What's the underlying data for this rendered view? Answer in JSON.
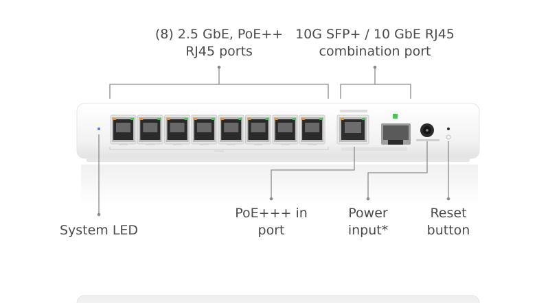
{
  "callouts": {
    "rj45_ports": {
      "line1": "(8) 2.5 GbE, PoE++",
      "line2": "RJ45 ports"
    },
    "combo_port": {
      "line1": "10G SFP+ / 10 GbE RJ45",
      "line2": "combination port"
    },
    "system_led": {
      "line1": "System LED"
    },
    "poe_in": {
      "line1": "PoE+++ in",
      "line2": "port"
    },
    "power_input": {
      "line1": "Power",
      "line2": "input*"
    },
    "reset": {
      "line1": "Reset",
      "line2": "button"
    }
  },
  "colors": {
    "device_body": "#f4f4f4",
    "port_cavity": "#2a2a2a",
    "led_green": "#47c653",
    "led_orange": "#e8953a",
    "leader_line": "#8a8a8a",
    "system_led": "#4a7cf0",
    "text": "#4a4a4a"
  }
}
